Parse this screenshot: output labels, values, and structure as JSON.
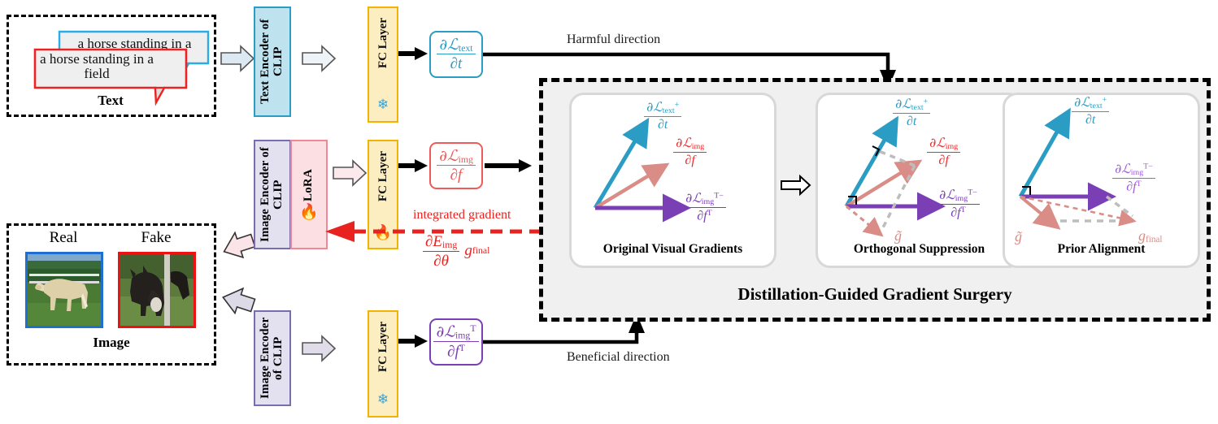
{
  "diagram": {
    "title": "Distillation-Guided Gradient Surgery"
  },
  "text_input": {
    "group_label": "Text",
    "bubble_back": "a horse standing in a",
    "bubble_front": "a horse standing in a field",
    "bubble_back_color": "#29ade4",
    "bubble_front_color": "#ee2222"
  },
  "image_input": {
    "group_label": "Image",
    "real_label": "Real",
    "fake_label": "Fake",
    "real_border_color": "#1f6fd0",
    "fake_border_color": "#ee1111"
  },
  "encoders": {
    "text_encoder": "Text Encoder of CLIP",
    "text_encoder_color": "#bfe2ef",
    "text_encoder_border": "#2b9cc4",
    "image_encoder_lora": "Image Encoder of CLIP",
    "image_encoder_color": "#e3e0f0",
    "image_encoder_border": "#7b6cb0",
    "lora_label": "LoRA",
    "lora_color": "#fbdfe2",
    "lora_border": "#ee8a93",
    "image_encoder_frozen": "Image Encoder of CLIP"
  },
  "fc_layers": {
    "label": "FC Layer",
    "top_state": "frozen",
    "middle_state": "trainable",
    "bottom_state": "frozen",
    "frozen_icon": "snowflake-icon",
    "trainable_icon": "flame-icon",
    "box_color": "#fdeec2",
    "border_color": "#f2b304"
  },
  "gradients": {
    "text": {
      "num": "∂ℒ",
      "num_sub": "text",
      "den": "∂t",
      "color": "#2b9cc4"
    },
    "img": {
      "num": "∂ℒ",
      "num_sub": "img",
      "den": "∂f",
      "color": "#ef5b5b"
    },
    "img_t": {
      "num": "∂ℒ",
      "num_sub": "img",
      "num_sup": "T",
      "den": "∂f",
      "den_sup": "T",
      "color": "#7b3fb5"
    }
  },
  "flows": {
    "harmful": "Harmful direction",
    "beneficial": "Beneficial direction",
    "integrated_gradient": "integrated gradient",
    "ig_formula_num": "∂E",
    "ig_formula_num_sub": "img",
    "ig_formula_den": "∂θ",
    "ig_formula_tail": "g",
    "ig_formula_tail_sub": "final",
    "ig_color": "#e8231f"
  },
  "panels": [
    {
      "id": "original-visual-gradients",
      "title": "Original Visual Gradients",
      "vectors": [
        {
          "name": "text-gradient-vector",
          "label_key": "text",
          "color": "#2b9cc4",
          "style": "solid",
          "angle_deg": 68
        },
        {
          "name": "img-gradient-vector",
          "label_key": "img",
          "color": "#d98d86",
          "style": "solid",
          "angle_deg": 37
        },
        {
          "name": "img-t-gradient-vector",
          "label_key": "img_t",
          "color": "#7b3fb5",
          "style": "solid",
          "angle_deg": 0
        }
      ]
    },
    {
      "id": "orthogonal-suppression",
      "title": "Orthogonal Suppression",
      "vectors": [
        {
          "name": "text-gradient-vector",
          "label_key": "text",
          "color": "#2b9cc4",
          "style": "solid"
        },
        {
          "name": "img-gradient-vector",
          "label_key": "img",
          "color": "#d98d86",
          "style": "solid"
        },
        {
          "name": "img-t-gradient-vector",
          "label_key": "img_t",
          "color": "#7b3fb5",
          "style": "solid"
        },
        {
          "name": "g-tilde-vector",
          "label": "g̃",
          "color": "#d98d86",
          "style": "dashed"
        },
        {
          "name": "projection-guide",
          "color": "#bdbdbd",
          "style": "dashed"
        }
      ],
      "right_angle_marks": 2
    },
    {
      "id": "prior-alignment",
      "title": "Prior Alignment",
      "vectors": [
        {
          "name": "text-gradient-vector",
          "label_key": "text",
          "color": "#2b9cc4",
          "style": "solid"
        },
        {
          "name": "img-t-gradient-vector",
          "label_key": "img_t",
          "color": "#7b3fb5",
          "style": "solid"
        },
        {
          "name": "g-tilde-vector",
          "label": "g̃",
          "color": "#d98d86",
          "style": "solid"
        },
        {
          "name": "g-final-vector",
          "label": "g",
          "label_sub": "final",
          "color": "#d98d86",
          "style": "dashed"
        }
      ],
      "right_angle_marks": 1
    }
  ],
  "block_arrow_icon": "block-arrow-right-icon"
}
